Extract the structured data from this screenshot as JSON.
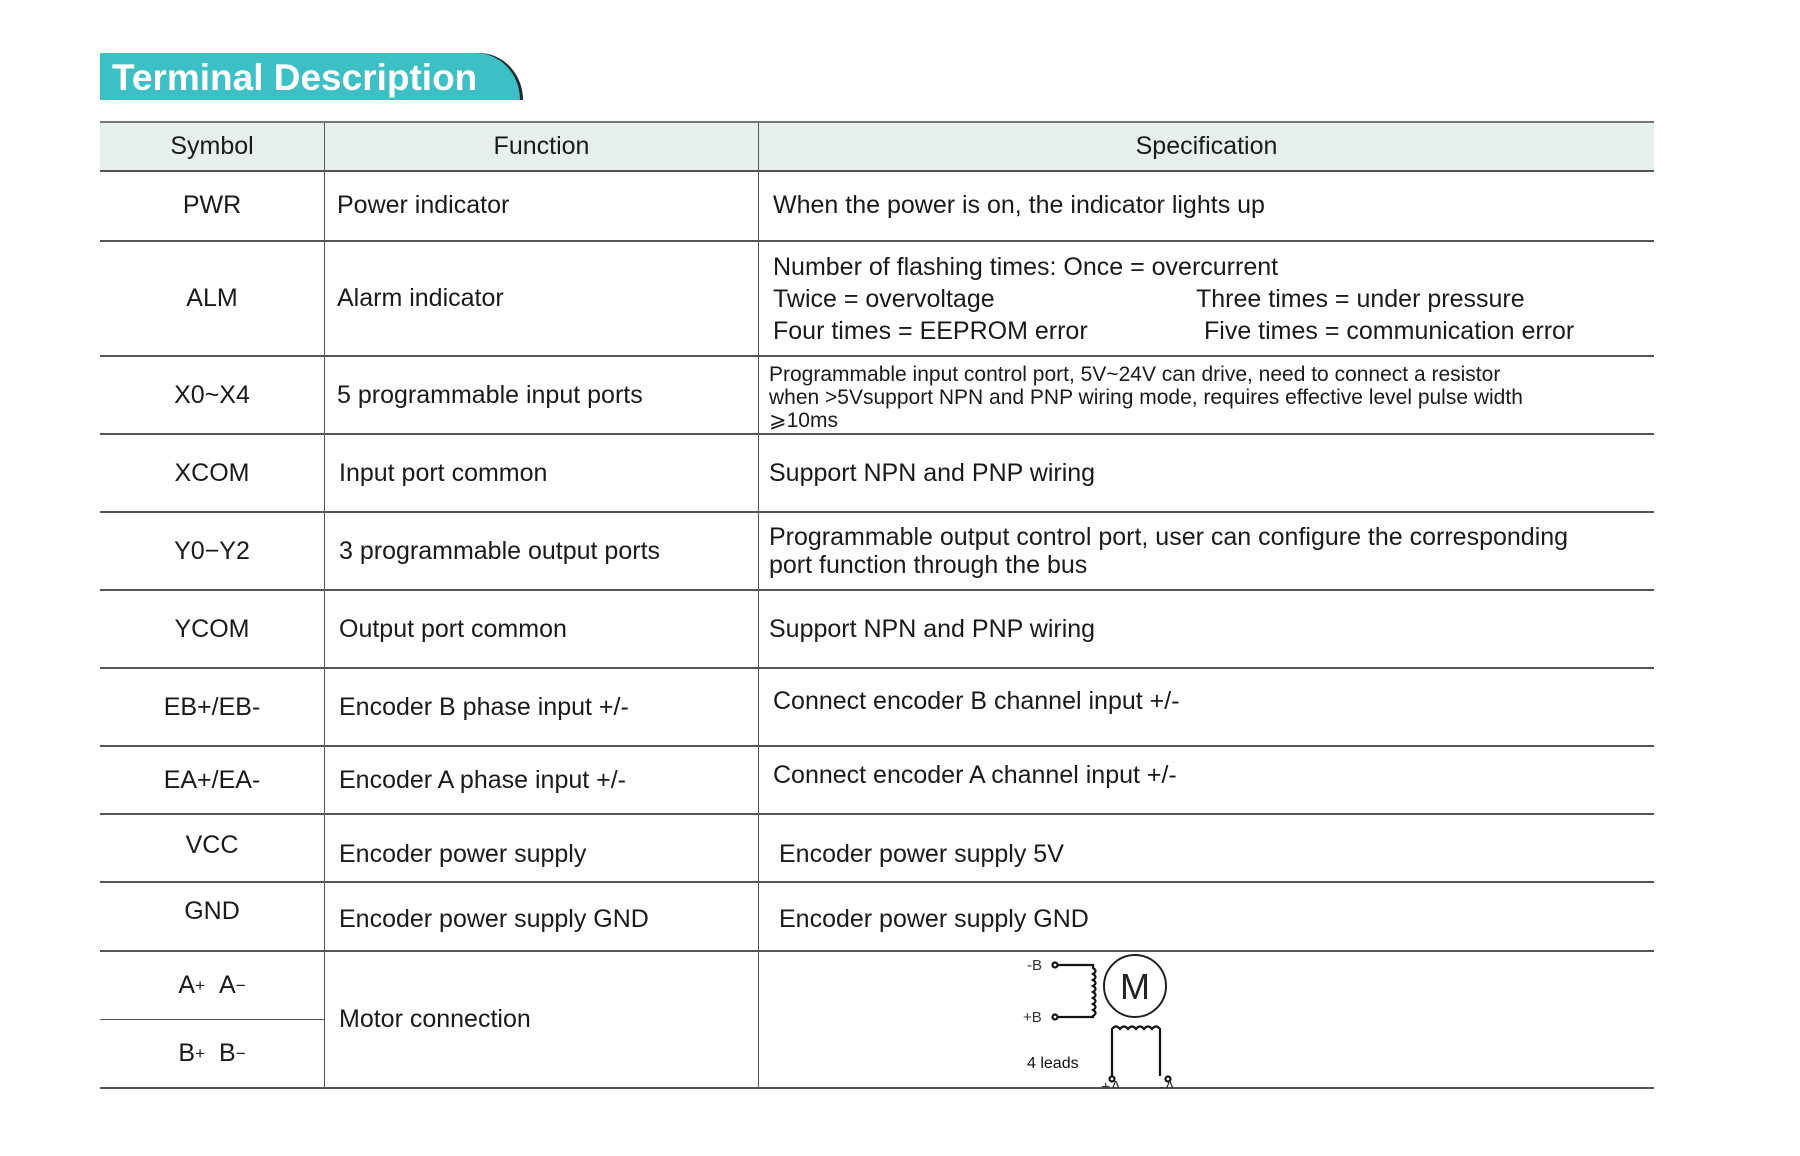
{
  "title": "Terminal Description",
  "headers": {
    "symbol": "Symbol",
    "function": "Function",
    "specification": "Specification"
  },
  "rows": [
    {
      "symbol": "PWR",
      "function": "Power indicator",
      "spec": "When the power is on, the indicator lights up"
    },
    {
      "symbol": "ALM",
      "function": "Alarm indicator",
      "spec_lines": [
        {
          "left": "Number of flashing times:  Once = overcurrent",
          "right": ""
        },
        {
          "left": "Twice = overvoltage",
          "right": "Three times = under pressure"
        },
        {
          "left": "Four times = EEPROM error",
          "right": "Five times = communication error"
        }
      ]
    },
    {
      "symbol": "X0~X4",
      "function": "5 programmable input ports",
      "spec_lines": [
        "Programmable input control port, 5V~24V can drive, need to connect a resistor",
        "when >5Vsupport NPN and PNP wiring mode, requires effective level pulse width",
        "⩾10ms"
      ]
    },
    {
      "symbol": "XCOM",
      "function": "Input port common",
      "spec": "Support NPN and PNP wiring"
    },
    {
      "symbol": "Y0−Y2",
      "function": "3 programmable output ports",
      "spec_lines": [
        "Programmable output control port, user can configure the corresponding",
        "port function through the bus"
      ]
    },
    {
      "symbol": "YCOM",
      "function": "Output port common",
      "spec": "Support NPN and PNP wiring"
    },
    {
      "symbol": "EB+/EB-",
      "function": "Encoder B phase input +/-",
      "spec": "Connect encoder B channel input +/-"
    },
    {
      "symbol": "EA+/EA-",
      "function": "Encoder A phase input +/-",
      "spec": "Connect encoder A channel input +/-"
    },
    {
      "symbol": "VCC",
      "function": "Encoder power supply",
      "spec": "Encoder power supply  5V"
    },
    {
      "symbol": "GND",
      "function": "Encoder power supply GND",
      "spec": "Encoder power supply GND"
    },
    {
      "symbols": [
        {
          "main1": "A",
          "sup1": "+",
          "main2": "A",
          "sup2": "−"
        },
        {
          "main1": "B",
          "sup1": "+",
          "main2": "B",
          "sup2": "−"
        }
      ],
      "function": "Motor connection",
      "diagram": {
        "motor": "M",
        "neg_b": "-B",
        "pos_b": "+B",
        "leads": "4 leads",
        "pos_a": "+A",
        "neg_a": "-A"
      }
    }
  ],
  "colors": {
    "banner": "#3dbfc6",
    "header_bg": "#e6efee"
  }
}
